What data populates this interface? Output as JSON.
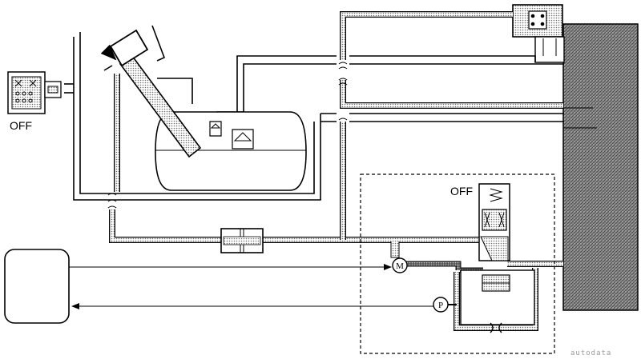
{
  "labels": {
    "solenoid_state": "OFF",
    "valve_state": "OFF",
    "motor_symbol": "M",
    "pressure_symbol": "P"
  },
  "watermark": "autodata",
  "colors": {
    "line": "#000000",
    "fill_dots": "#bdbdbd",
    "canister_hatch": "#7a7a7a",
    "background": "#ffffff"
  }
}
